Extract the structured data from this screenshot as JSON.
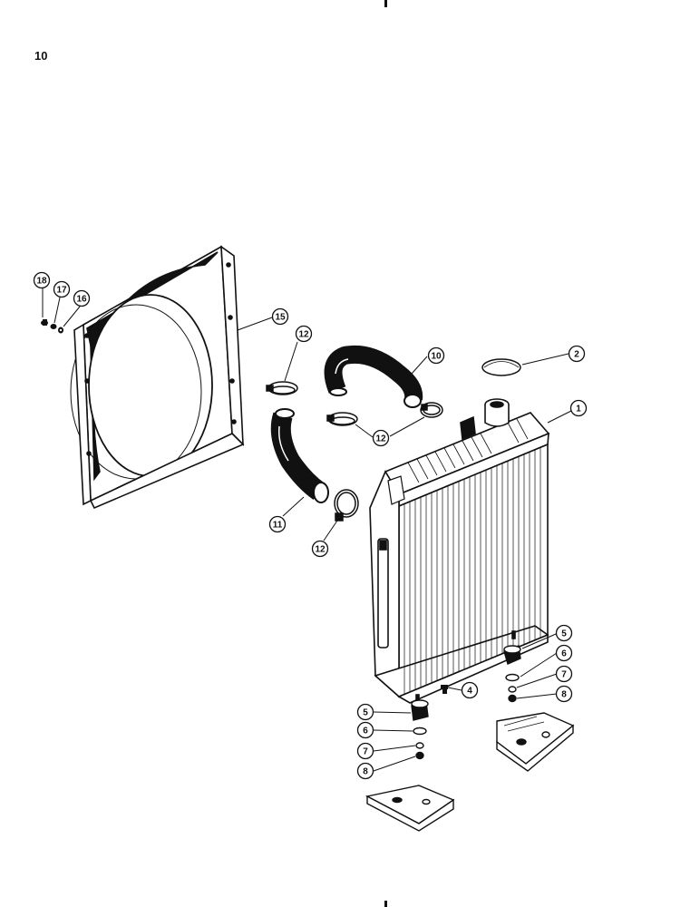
{
  "page_number": "10",
  "callouts": [
    {
      "id": "c1",
      "label": "1"
    },
    {
      "id": "c2",
      "label": "2"
    },
    {
      "id": "c4",
      "label": "4"
    },
    {
      "id": "c5a",
      "label": "5"
    },
    {
      "id": "c6a",
      "label": "6"
    },
    {
      "id": "c7a",
      "label": "7"
    },
    {
      "id": "c8a",
      "label": "8"
    },
    {
      "id": "c5b",
      "label": "5"
    },
    {
      "id": "c6b",
      "label": "6"
    },
    {
      "id": "c7b",
      "label": "7"
    },
    {
      "id": "c8b",
      "label": "8"
    },
    {
      "id": "c10",
      "label": "10"
    },
    {
      "id": "c11",
      "label": "11"
    },
    {
      "id": "c12a",
      "label": "12"
    },
    {
      "id": "c12b",
      "label": "12"
    },
    {
      "id": "c12c",
      "label": "12"
    },
    {
      "id": "c15",
      "label": "15"
    },
    {
      "id": "c16",
      "label": "16"
    },
    {
      "id": "c17",
      "label": "17"
    },
    {
      "id": "c18",
      "label": "18"
    }
  ]
}
